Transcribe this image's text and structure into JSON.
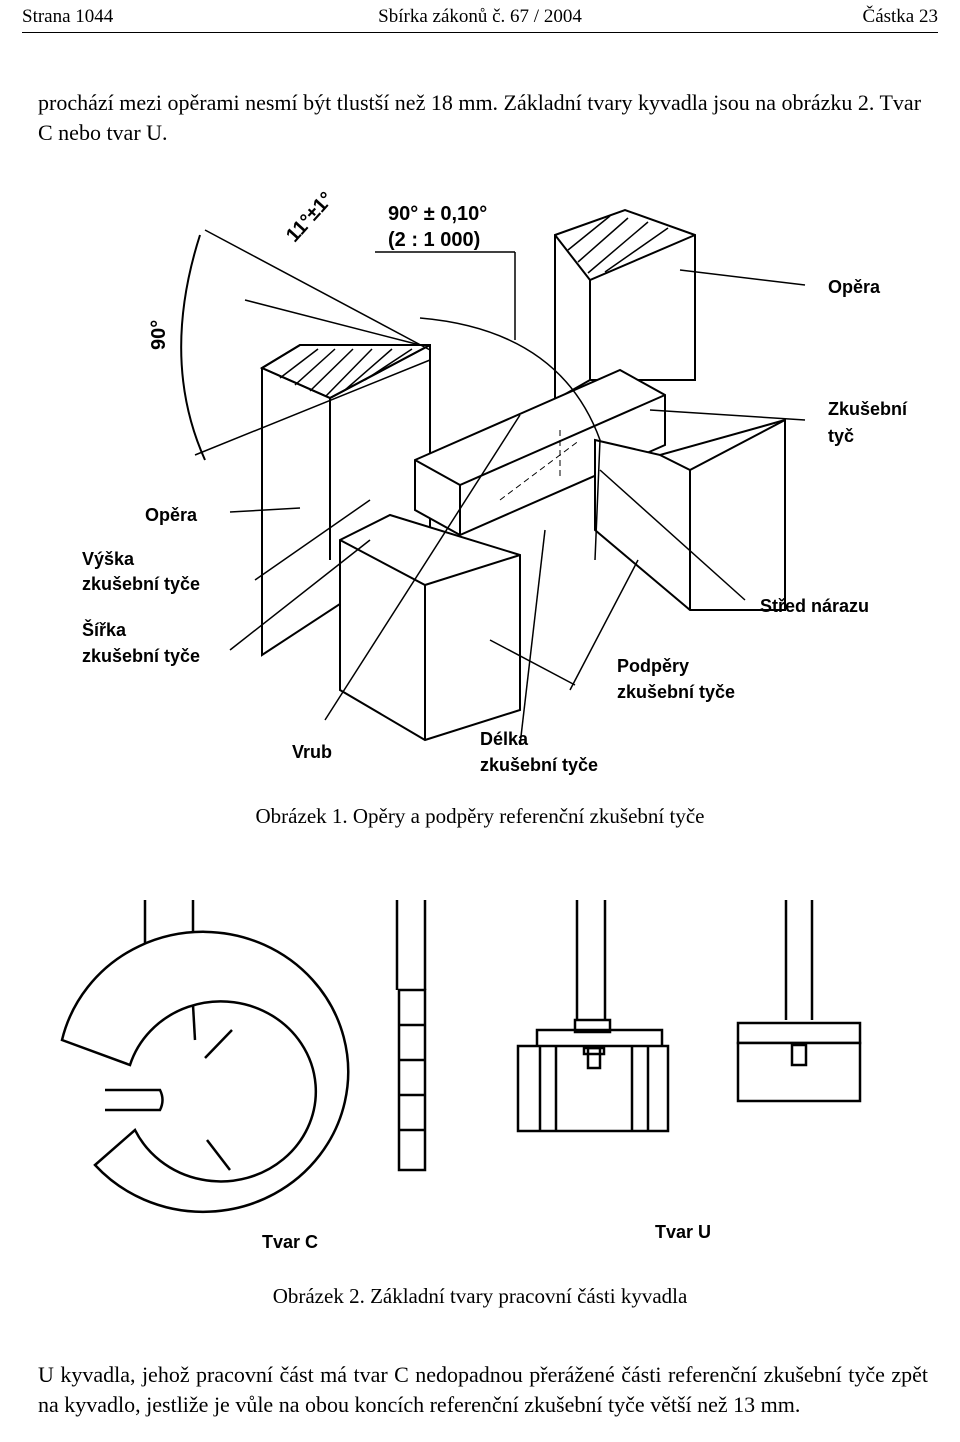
{
  "header": {
    "left": "Strana 1044",
    "center": "Sbírka zákonů č. 67 / 2004",
    "right": "Částka 23"
  },
  "intro_text": "prochází mezi opěrami nesmí být tlustší než 18 mm. Základní tvary kyvadla jsou na obrázku 2. Tvar C nebo tvar U.",
  "figure1": {
    "angle_top": "11°±1°",
    "angle_right": "90° ± 0,10°",
    "ratio": "(2 : 1 000)",
    "angle_left": "90°",
    "label_opera_right": "Opěra",
    "label_zkusebni": "Zkušební",
    "label_tyc": "tyč",
    "label_opera_left": "Opěra",
    "label_vyska": "Výška",
    "label_vyska2": "zkušební tyče",
    "label_sirka": "Šířka",
    "label_sirka2": "zkušební tyče",
    "label_stred": "Střed nárazu",
    "label_podpery": "Podpěry",
    "label_podpery2": "zkušební tyče",
    "label_vrub": "Vrub",
    "label_delka": "Délka",
    "label_delka2": "zkušební tyče",
    "caption": "Obrázek 1. Opěry a podpěry referenční zkušební tyče"
  },
  "figure2": {
    "label_c": "Tvar C",
    "label_u": "Tvar U",
    "caption": "Obrázek 2. Základní tvary pracovní části kyvadla"
  },
  "closing_text": "U kyvadla, jehož pracovní část má tvar C nedopadnou přerážené části referenční zkušební tyče zpět na kyvadlo, jestliže je vůle na obou koncích referenční zkušební tyče větší než 13 mm."
}
